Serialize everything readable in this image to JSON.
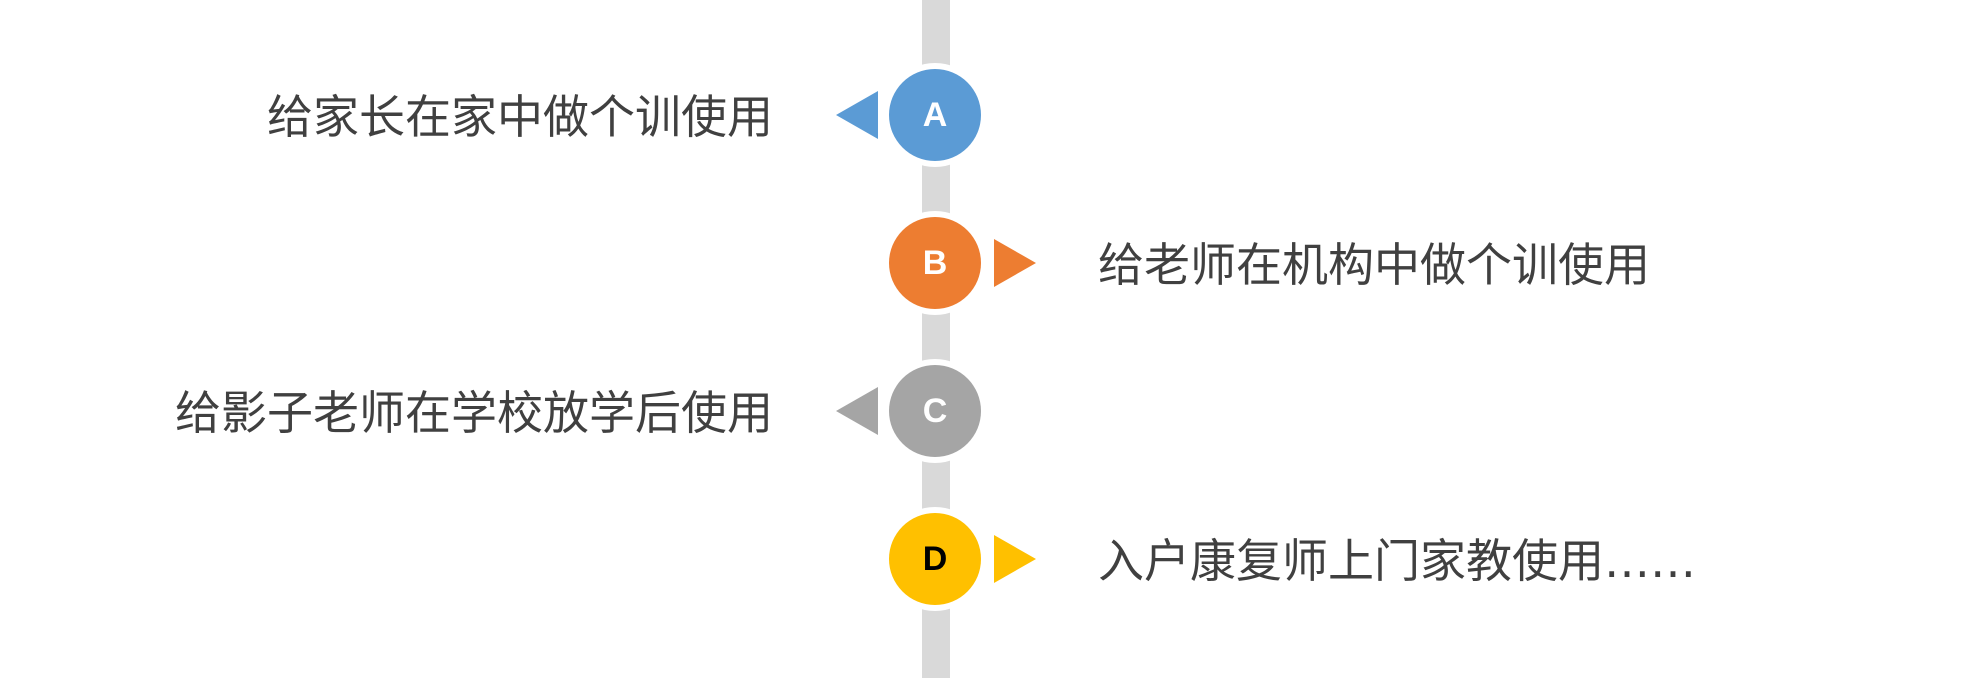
{
  "items": [
    {
      "letter": "A",
      "text": "给家长在家中做个训使用",
      "color": "#5b9bd5",
      "letter_color": "#ffffff",
      "side": "left"
    },
    {
      "letter": "B",
      "text": "给老师在机构中做个训使用",
      "color": "#ed7d31",
      "letter_color": "#ffffff",
      "side": "right"
    },
    {
      "letter": "C",
      "text": "给影子老师在学校放学后使用",
      "color": "#a5a5a5",
      "letter_color": "#ffffff",
      "side": "left"
    },
    {
      "letter": "D",
      "text": "入户康复师上门家教使用……",
      "color": "#ffc000",
      "letter_color": "#000000",
      "side": "right"
    }
  ],
  "spine_color": "#d9d9d9"
}
